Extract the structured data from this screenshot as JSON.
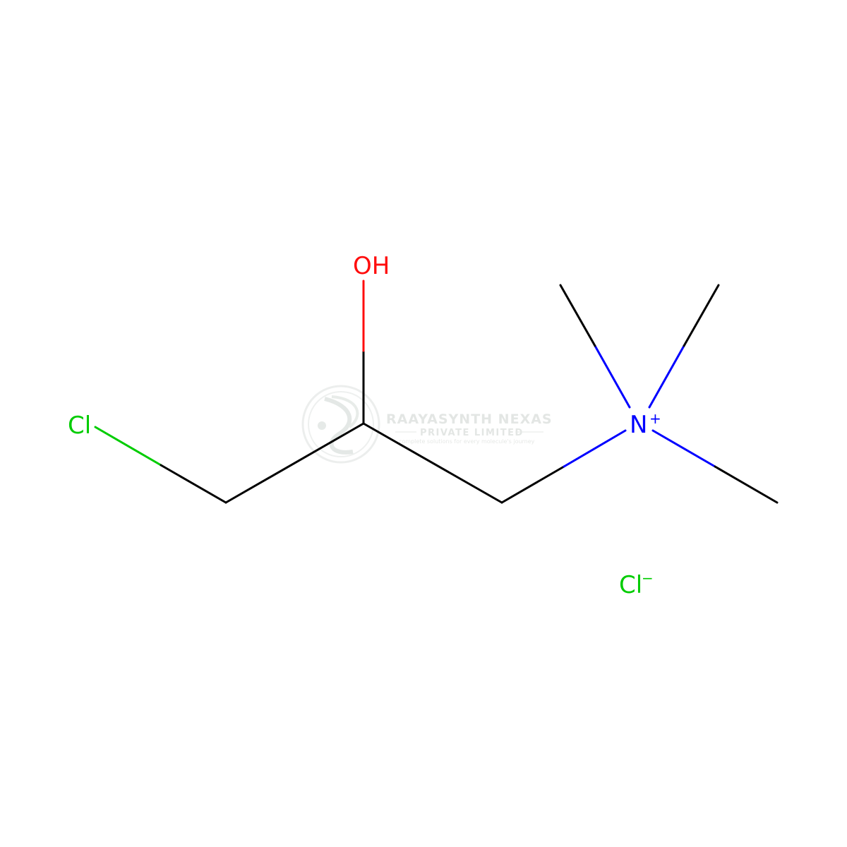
{
  "molecule": {
    "atoms": {
      "chlorine": "Cl",
      "hydroxyl": "OH",
      "nitrogen": "N",
      "nitrogen_charge": "+",
      "counter_ion": "Cl",
      "counter_ion_charge": "−"
    },
    "colors": {
      "bond": "#000000",
      "chlorine": "#00cc00",
      "oxygen": "#ff0d0d",
      "nitrogen": "#0000ff"
    }
  },
  "watermark": {
    "company": "RAAYASYNTH NEXAS",
    "subtitle": "PRIVATE LIMITED",
    "tagline": "complete solutions for every molecule's journey"
  }
}
